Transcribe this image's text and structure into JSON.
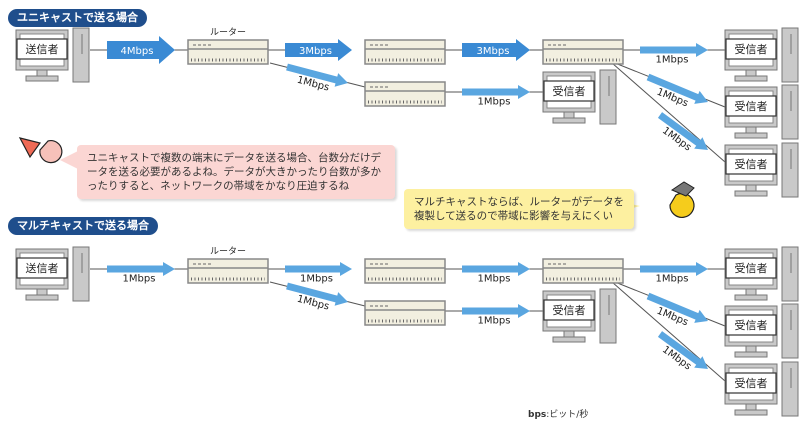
{
  "sections": {
    "unicast": {
      "title": "ユニキャストで送る場合",
      "sender_label": "送信者",
      "router_label": "ルーター",
      "receiver_label": "受信者",
      "links": {
        "sender_to_router1": "4Mbps",
        "router1_to_router2": "3Mbps",
        "router2_to_router3": "3Mbps",
        "router1_to_router4": "1Mbps",
        "router4_to_receiver_mid": "1Mbps",
        "router3_to_receiver1": "1Mbps",
        "router3_to_receiver2": "1Mbps",
        "router3_to_receiver3": "1Mbps"
      }
    },
    "multicast": {
      "title": "マルチキャストで送る場合",
      "sender_label": "送信者",
      "router_label": "ルーター",
      "receiver_label": "受信者",
      "links": {
        "sender_to_router1": "1Mbps",
        "router1_to_router2": "1Mbps",
        "router2_to_router3": "1Mbps",
        "router1_to_router4": "1Mbps",
        "router4_to_receiver_mid": "1Mbps",
        "router3_to_receiver1": "1Mbps",
        "router3_to_receiver2": "1Mbps",
        "router3_to_receiver3": "1Mbps"
      }
    }
  },
  "bubbles": {
    "unicast_note": "ユニキャストで複数の端末にデータを送る場合、台数分だけデータを送る必要があるよね。データが大きかったり台数が多かったりすると、ネットワークの帯域をかなり圧迫するね",
    "multicast_note": "マルチキャストならば、ルーターがデータを複製して送るので帯域に影響を与えにくい"
  },
  "legend": {
    "term": "bps",
    "definition": ":ビット/秒"
  },
  "colors": {
    "label_bg": "#1f4e8c",
    "arrow_dark": "#3a8ad4",
    "arrow_light": "#5aa6e0",
    "router_fill": "#f2efe0",
    "device_gray": "#bdbdbd",
    "pink_bubble": "#fbd6d3",
    "yellow_bubble": "#fdf0a0"
  }
}
